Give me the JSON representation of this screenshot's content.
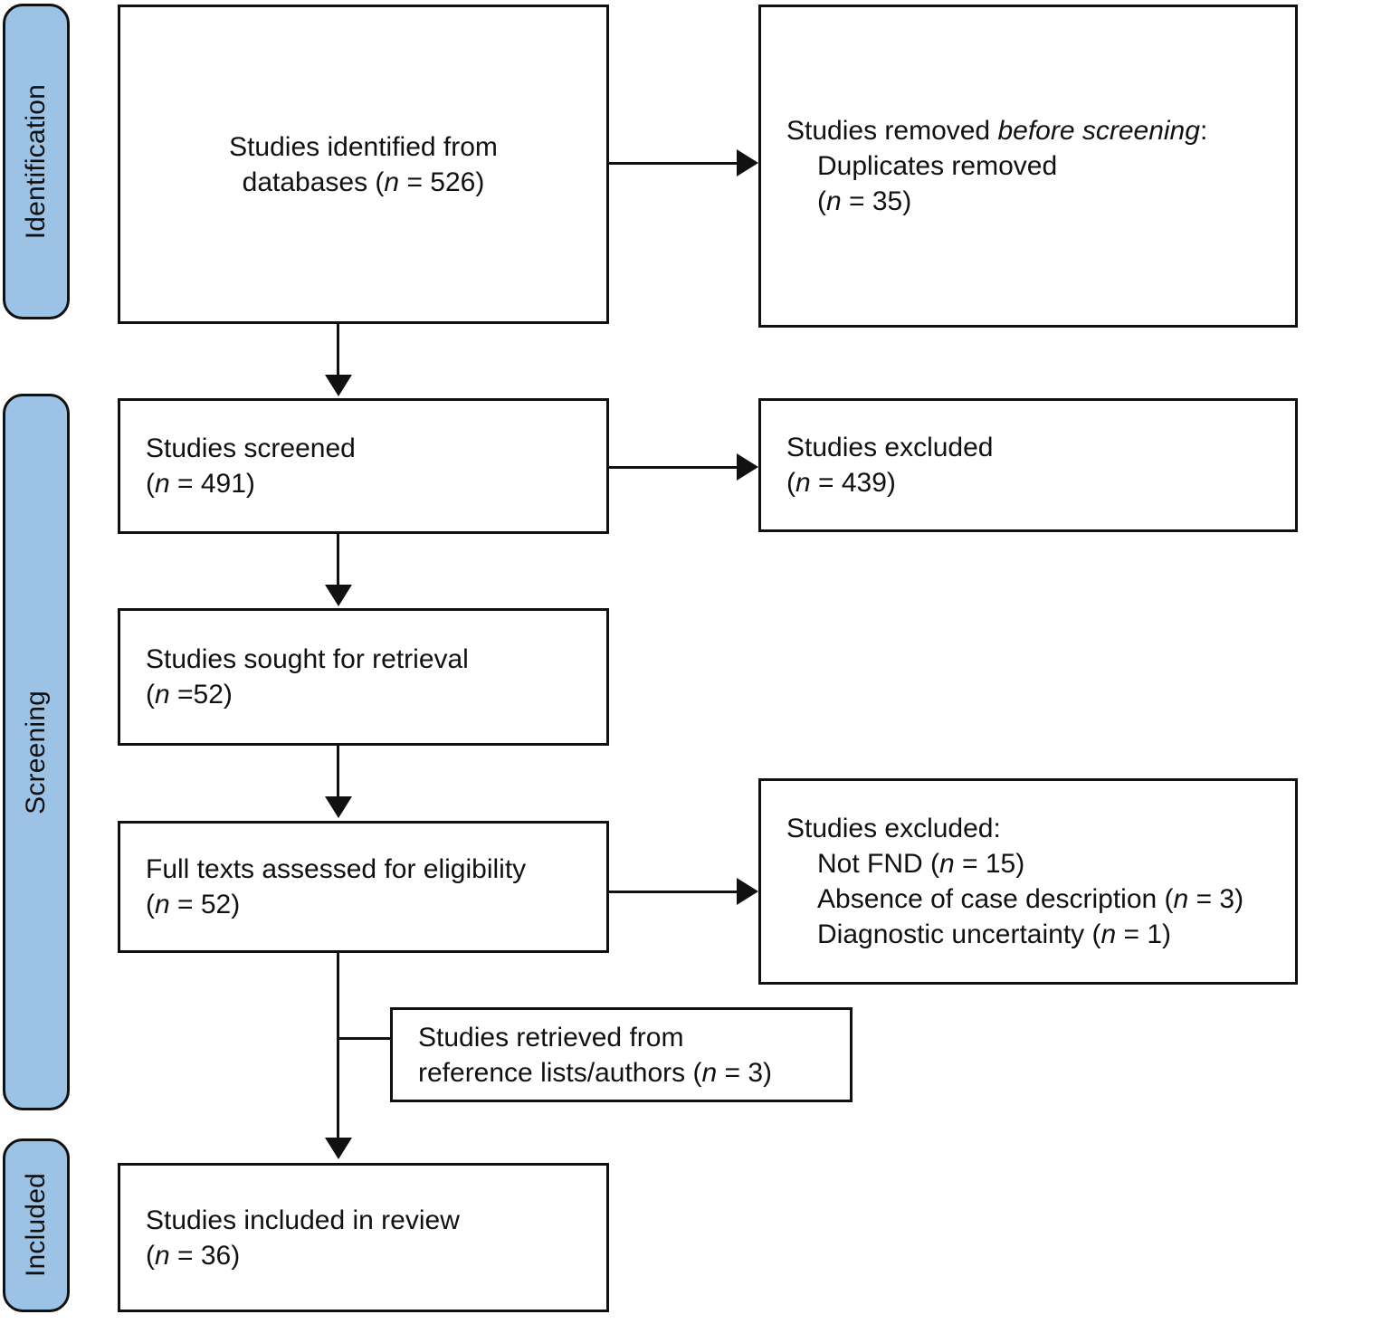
{
  "diagram": {
    "title": "PRISMA flow diagram",
    "type": "prisma-flow",
    "accent_color": "#9CC3E5",
    "line_color": "#111111",
    "background": "#ffffff"
  },
  "stages": [
    {
      "id": "identification",
      "label": "Identification"
    },
    {
      "id": "screening",
      "label": "Screening"
    },
    {
      "id": "included",
      "label": "Included"
    }
  ],
  "nodes": {
    "identified": {
      "line1": "Studies identified from",
      "line2_a": "databases (",
      "line2_n": "n",
      "line2_b": " = 526)"
    },
    "removed_before_screening": {
      "line1_a": "Studies removed ",
      "line1_em": "before screening",
      "line1_b": ":",
      "line2": "Duplicates removed",
      "line3_a": "(",
      "line3_n": "n",
      "line3_b": " = 35)"
    },
    "screened": {
      "line1": "Studies screened",
      "line2_a": "(",
      "line2_n": "n",
      "line2_b": " = 491)"
    },
    "excluded_screening": {
      "line1": "Studies excluded",
      "line2_a": "(",
      "line2_n": "n",
      "line2_b": " = 439)"
    },
    "sought": {
      "line1": "Studies sought for retrieval",
      "line2_a": "(",
      "line2_n": "n",
      "line2_b": " =52)"
    },
    "fulltext": {
      "line1": "Full texts assessed for eligibility",
      "line2_a": "(",
      "line2_n": "n",
      "line2_b": " = 52)"
    },
    "excluded_fulltext": {
      "line1": "Studies excluded:",
      "line2_a": "Not FND (",
      "line2_n": "n",
      "line2_b": " = 15)",
      "line3_a": "Absence of case description (",
      "line3_n": "n",
      "line3_b": " = 3)",
      "line4_a": "Diagnostic uncertainty (",
      "line4_n": "n",
      "line4_b": " = 1)"
    },
    "retrieved_refs": {
      "line1": "Studies retrieved from",
      "line2_a": "reference lists/authors (",
      "line2_n": "n",
      "line2_b": " = 3)"
    },
    "included": {
      "line1": "Studies included in review",
      "line2_a": "(",
      "line2_n": "n",
      "line2_b": " = 36)"
    }
  },
  "counts": {
    "identified_from_databases": 526,
    "duplicates_removed": 35,
    "screened": 491,
    "excluded_at_screening": 439,
    "sought_for_retrieval": 52,
    "full_texts_assessed": 52,
    "excluded_not_fnd": 15,
    "excluded_absence_of_case_description": 3,
    "excluded_diagnostic_uncertainty": 1,
    "retrieved_from_reference_lists": 3,
    "included_in_review": 36
  }
}
